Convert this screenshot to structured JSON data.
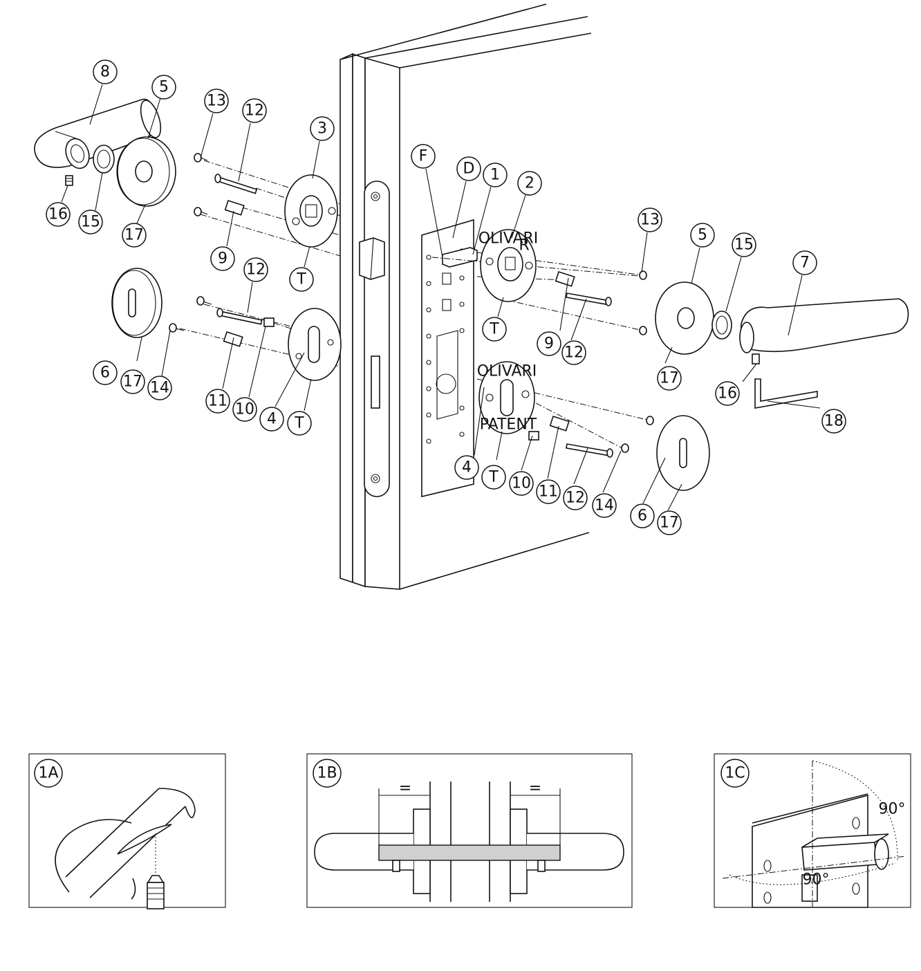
{
  "callouts": [
    {
      "id": "c8",
      "label": "8"
    },
    {
      "id": "c5a",
      "label": "5"
    },
    {
      "id": "c13a",
      "label": "13"
    },
    {
      "id": "c12a",
      "label": "12"
    },
    {
      "id": "c3",
      "label": "3"
    },
    {
      "id": "c16a",
      "label": "16"
    },
    {
      "id": "c15a",
      "label": "15"
    },
    {
      "id": "c17a",
      "label": "17"
    },
    {
      "id": "c9a",
      "label": "9"
    },
    {
      "id": "cTa",
      "label": "T"
    },
    {
      "id": "c12b",
      "label": "12"
    },
    {
      "id": "c6a",
      "label": "6"
    },
    {
      "id": "c17b",
      "label": "17"
    },
    {
      "id": "c14a",
      "label": "14"
    },
    {
      "id": "c11a",
      "label": "11"
    },
    {
      "id": "c10a",
      "label": "10"
    },
    {
      "id": "c4a",
      "label": "4"
    },
    {
      "id": "cTb",
      "label": "T"
    },
    {
      "id": "cF",
      "label": "F"
    },
    {
      "id": "cD",
      "label": "D"
    },
    {
      "id": "c1",
      "label": "1"
    },
    {
      "id": "c2",
      "label": "2"
    },
    {
      "id": "cTc",
      "label": "T"
    },
    {
      "id": "c9b",
      "label": "9"
    },
    {
      "id": "c12c",
      "label": "12"
    },
    {
      "id": "c13b",
      "label": "13"
    },
    {
      "id": "c5b",
      "label": "5"
    },
    {
      "id": "c15b",
      "label": "15"
    },
    {
      "id": "c7",
      "label": "7"
    },
    {
      "id": "c17c",
      "label": "17"
    },
    {
      "id": "c16b",
      "label": "16"
    },
    {
      "id": "c18",
      "label": "18"
    },
    {
      "id": "c4b",
      "label": "4"
    },
    {
      "id": "cTd",
      "label": "T"
    },
    {
      "id": "c10b",
      "label": "10"
    },
    {
      "id": "c11b",
      "label": "11"
    },
    {
      "id": "c12d",
      "label": "12"
    },
    {
      "id": "c14b",
      "label": "14"
    },
    {
      "id": "c6b",
      "label": "6"
    },
    {
      "id": "c17d",
      "label": "17"
    }
  ],
  "rose_labels": {
    "upper": "R",
    "lower": "PATENT"
  },
  "rose_brand": "OLIVARI",
  "panels": [
    {
      "id": "1A",
      "label": "1A"
    },
    {
      "id": "1B",
      "label": "1B",
      "equal_left": "=",
      "equal_right": "="
    },
    {
      "id": "1C",
      "label": "1C",
      "angle_top": "90°",
      "angle_bottom": "90°"
    }
  ]
}
